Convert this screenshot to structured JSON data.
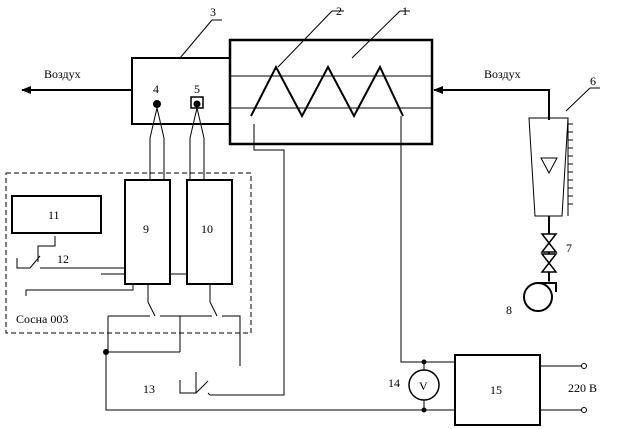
{
  "labels": {
    "air_out": "Воздух",
    "air_in": "Воздух",
    "device": "Сосна 003",
    "voltage": "220 В",
    "voltmeter": "V"
  },
  "numbers": {
    "n1": "1",
    "n2": "2",
    "n3": "3",
    "n4": "4",
    "n5": "5",
    "n6": "6",
    "n7": "7",
    "n8": "8",
    "n9": "9",
    "n10": "10",
    "n11": "11",
    "n12": "12",
    "n13": "13",
    "n14": "14",
    "n15": "15"
  }
}
